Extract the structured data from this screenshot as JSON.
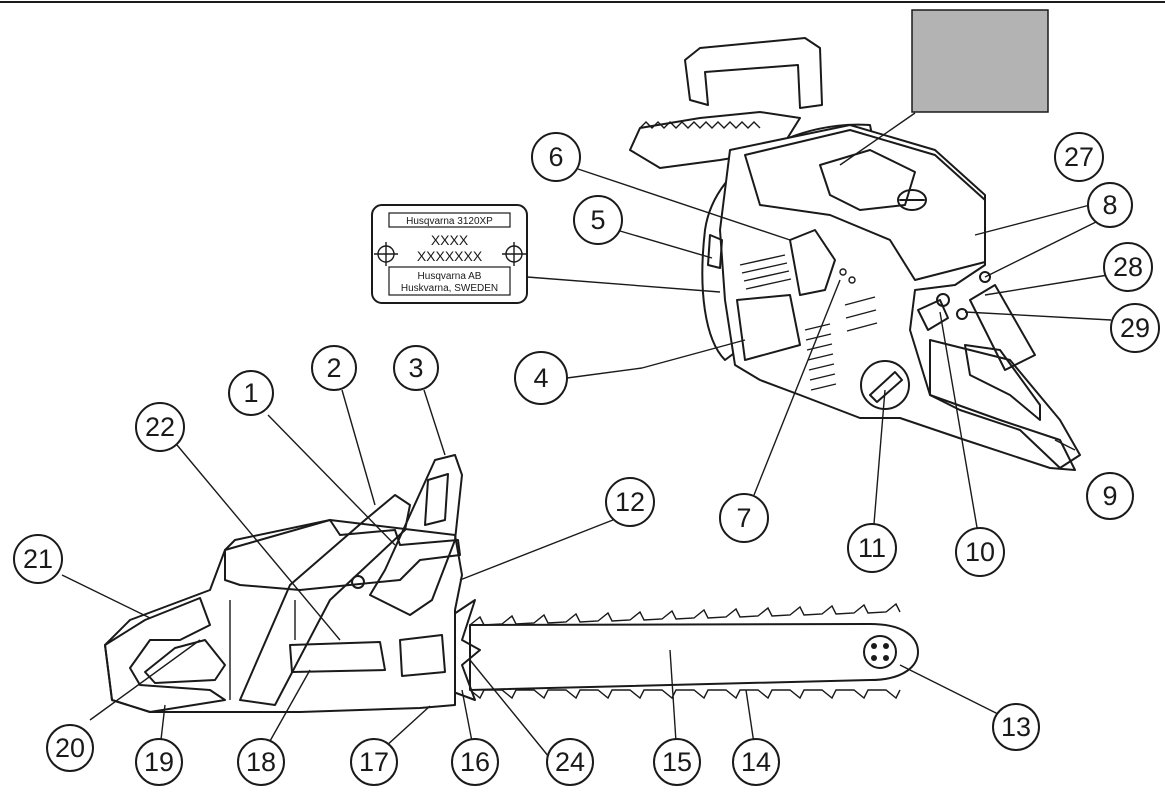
{
  "plate": {
    "model": "Husqvarna 3120XP",
    "code_short": "XXXX",
    "code_long": "XXXXXXX",
    "maker_name": "Husqvarna AB",
    "maker_city": "Huskvarna, SWEDEN"
  },
  "callouts": [
    "1",
    "2",
    "3",
    "4",
    "5",
    "6",
    "7",
    "8",
    "9",
    "10",
    "11",
    "12",
    "13",
    "14",
    "15",
    "16",
    "17",
    "18",
    "19",
    "20",
    "21",
    "22",
    "24",
    "27",
    "28",
    "29"
  ],
  "colors": {
    "line": "#1a1a1a",
    "swatch": "#b3b3b3",
    "background": "#ffffff"
  }
}
